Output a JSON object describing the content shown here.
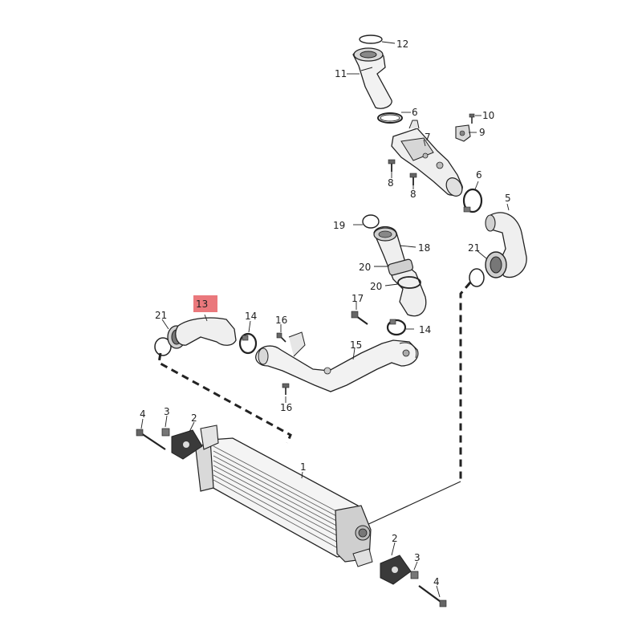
{
  "callouts": {
    "c1": "1",
    "c2a": "2",
    "c2b": "2",
    "c3a": "3",
    "c3b": "3",
    "c4a": "4",
    "c4b": "4",
    "c5": "5",
    "c6a": "6",
    "c6b": "6",
    "c7": "7",
    "c8a": "8",
    "c8b": "8",
    "c9": "9",
    "c10": "10",
    "c11": "11",
    "c12": "12",
    "c13": "13",
    "c14a": "14",
    "c14b": "14",
    "c15": "15",
    "c16a": "16",
    "c16b": "16",
    "c17": "17",
    "c18": "18",
    "c19": "19",
    "c20a": "20",
    "c20b": "20",
    "c21a": "21",
    "c21b": "21"
  },
  "colors": {
    "highlight": "#e8696e",
    "line": "#222222",
    "part_fill": "#f2f2f2",
    "part_shade": "#cfcfcf"
  },
  "highlighted_part": "13"
}
